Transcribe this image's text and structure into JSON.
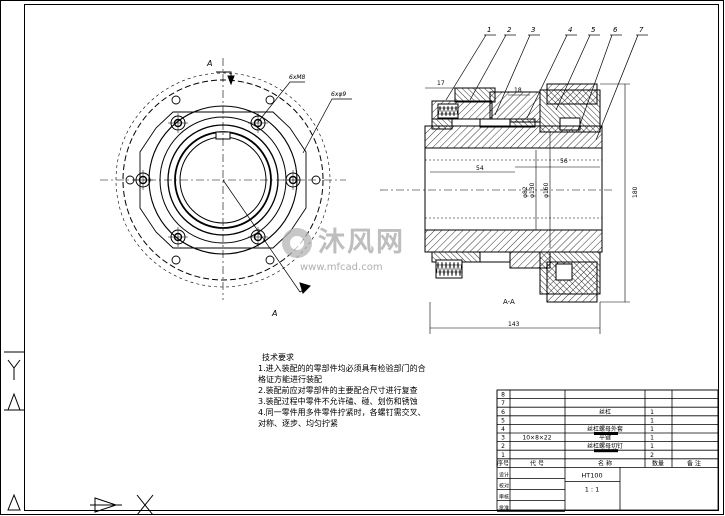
{
  "watermark": {
    "title": "沐风网",
    "url": "www.mfcad.com"
  },
  "view_labels": {
    "section_a_top": "A",
    "section_a_bottom": "A",
    "section_title": "A-A"
  },
  "callouts": [
    "1",
    "2",
    "3",
    "4",
    "5",
    "6",
    "7"
  ],
  "hole_notes": {
    "inner": "6xM8",
    "outer": "6xφ9"
  },
  "dimensions": {
    "top_small": "17",
    "top_mid": "18",
    "left_len": "54",
    "right_len": "56",
    "dia_a": "φ130",
    "dia_b": "φ160",
    "dia_c": "φ82",
    "height": "180",
    "total_len": "143"
  },
  "technical_requirements": {
    "title": "技术要求",
    "lines": [
      "1.进入装配的的零部件均必须具有检验部门的合",
      "格证方能进行装配",
      "2.装配前应对零部件的主要配合尺寸进行复查",
      "3.装配过程中零件不允许磕、碰、划伤和锈蚀",
      "4.同一零件用多件零件拧紧时，各螺钉需交叉、",
      "对称、逐步、均匀拧紧"
    ]
  },
  "bom": {
    "rows": [
      {
        "seq": "8",
        "code": "",
        "name": "",
        "qty": ""
      },
      {
        "seq": "7",
        "code": "",
        "name": "",
        "qty": ""
      },
      {
        "seq": "6",
        "code": "",
        "name": "丝杠",
        "qty": "1"
      },
      {
        "seq": "5",
        "code": "",
        "name": "",
        "qty": "1"
      },
      {
        "seq": "4",
        "code": "",
        "name": "丝杠螺母外套",
        "qty": "1"
      },
      {
        "seq": "3",
        "code": "10×8×22",
        "name": "平键",
        "qty": "1"
      },
      {
        "seq": "2",
        "code": "",
        "name": "丝杠螺母切钉",
        "qty": "1"
      },
      {
        "seq": "1",
        "code": "",
        "name": "",
        "qty": "2"
      }
    ],
    "header": {
      "seq": "序号",
      "code": "代  号",
      "name": "名    称",
      "qty": "数量",
      "note": "备  注"
    },
    "material": "HT100",
    "scale": "1 : 1",
    "side_labels": [
      "设计",
      "校对",
      "审核",
      "批准"
    ]
  }
}
